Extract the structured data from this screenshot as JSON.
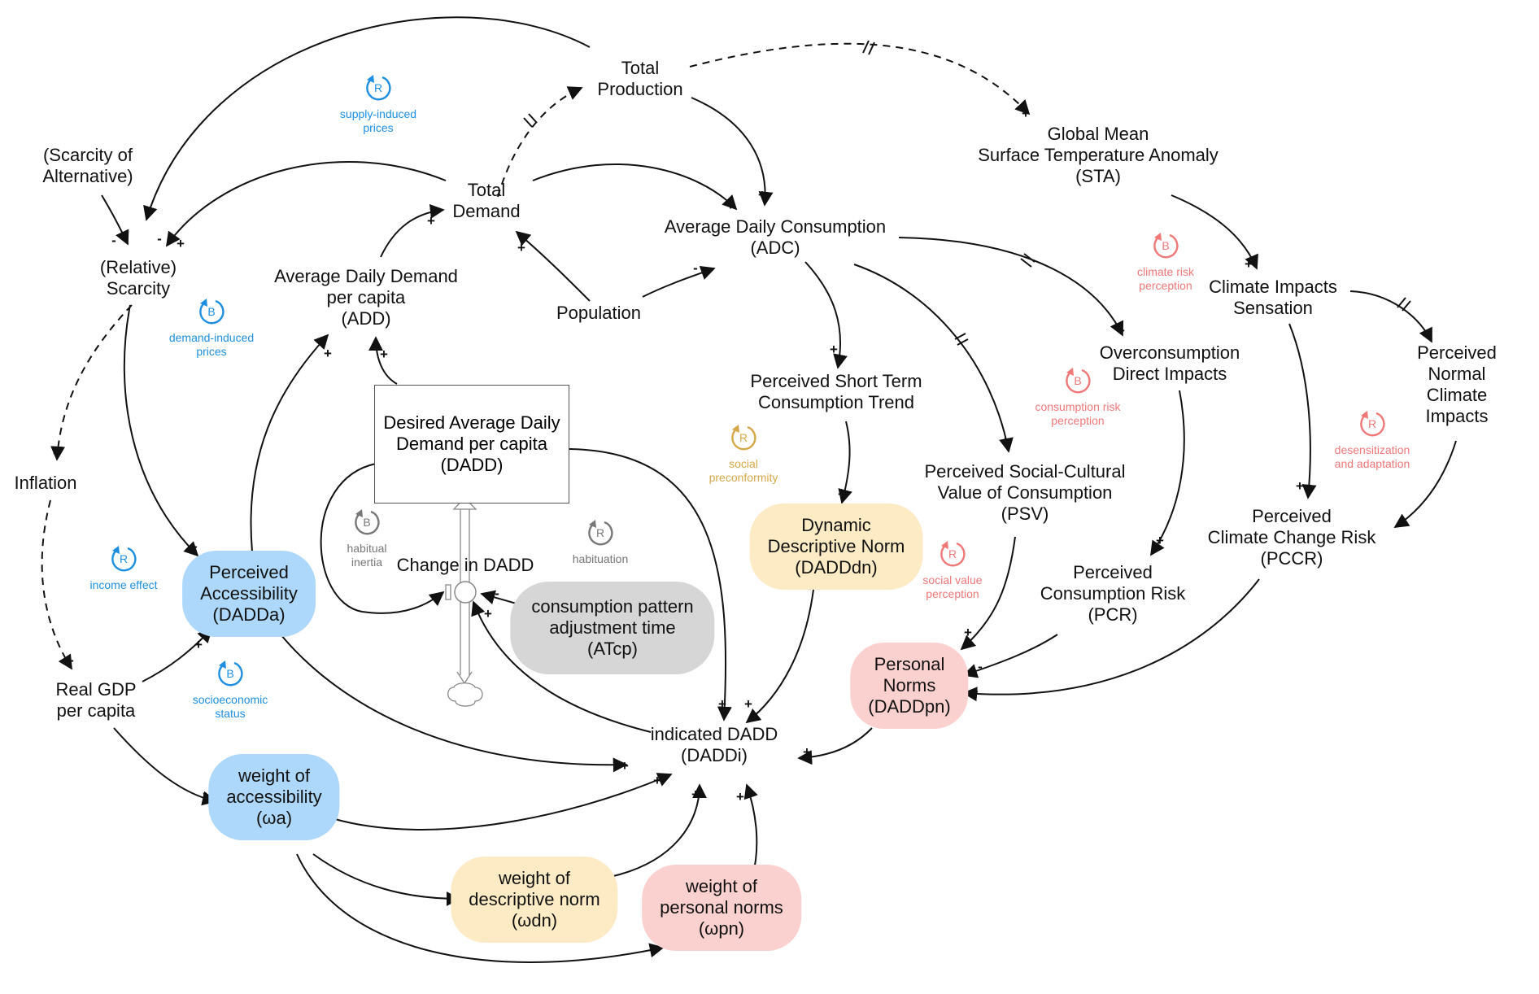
{
  "colors": {
    "blue": "#1e8fe0",
    "red": "#f07878",
    "gold": "#d7a84a",
    "gray": "#777777",
    "blue_fill": "#aed8fb",
    "yellow_fill": "#fdebc6",
    "pink_fill": "#fbd1d0",
    "gray_fill": "#d6d6d6"
  },
  "nodes": {
    "total_production": "Total\nProduction",
    "scarcity_alternative": "(Scarcity of\nAlternative)",
    "total_demand": "Total\nDemand",
    "global_mean": "Global Mean\nSurface Temperature Anomaly\n(STA)",
    "relative_scarcity": "(Relative)\nScarcity",
    "add": "Average Daily Demand\nper capita\n(ADD)",
    "adc": "Average Daily Consumption\n(ADC)",
    "population": "Population",
    "climate_impacts_sensation": "Climate Impacts\nSensation",
    "overconsumption": "Overconsumption\nDirect Impacts",
    "perceived_short_term": "Perceived Short Term\nConsumption Trend",
    "perceived_normal": "Perceived\nNormal\nClimate Impacts",
    "dadd": "Desired Average Daily\nDemand per capita\n(DADD)",
    "inflation": "Inflation",
    "psv": "Perceived Social-Cultural\nValue of Consumption\n(PSV)",
    "pccr": "Perceived\nClimate Change Risk\n(PCCR)",
    "dadda": "Perceived\nAccessibility\n(DADDa)",
    "change_dadd": "Change in DADD",
    "dadddn": "Dynamic\nDescriptive Norm\n(DADDdn)",
    "pcr": "Perceived\nConsumption Risk\n(PCR)",
    "atcp": "consumption pattern\nadjustment time\n(ATcp)",
    "personal_norms": "Personal\nNorms\n(DADDpn)",
    "real_gdp": "Real GDP\nper capita",
    "daddi": "indicated DADD\n(DADDi)",
    "weight_accessibility": "weight of\naccessibility\n(ωa)",
    "weight_descriptive": "weight of\ndescriptive norm\n(ωdn)",
    "weight_personal": "weight of\npersonal norms\n(ωpn)"
  },
  "loops": [
    {
      "id": "supply",
      "letter": "R",
      "label": "supply-induced\nprices",
      "color": "blue"
    },
    {
      "id": "demand",
      "letter": "B",
      "label": "demand-induced\nprices",
      "color": "blue"
    },
    {
      "id": "income",
      "letter": "R",
      "label": "income effect",
      "color": "blue"
    },
    {
      "id": "socio",
      "letter": "B",
      "label": "socioeconomic\nstatus",
      "color": "blue"
    },
    {
      "id": "habitual",
      "letter": "B",
      "label": "habitual\ninertia",
      "color": "gray"
    },
    {
      "id": "habituation",
      "letter": "R",
      "label": "habituation",
      "color": "gray"
    },
    {
      "id": "preconformity",
      "letter": "R",
      "label": "social\npreconformity",
      "color": "gold"
    },
    {
      "id": "climate_risk",
      "letter": "B",
      "label": "climate risk\nperception",
      "color": "red"
    },
    {
      "id": "consumption_risk",
      "letter": "B",
      "label": "consumption risk\nperception",
      "color": "red"
    },
    {
      "id": "social_value",
      "letter": "R",
      "label": "social value\nperception",
      "color": "red"
    },
    {
      "id": "desensitization",
      "letter": "R",
      "label": "desensitization\nand adaptation",
      "color": "red"
    }
  ]
}
